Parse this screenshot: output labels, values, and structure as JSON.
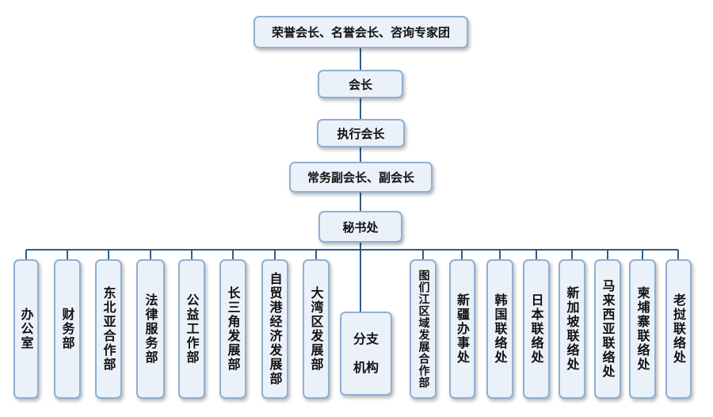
{
  "chart": {
    "top_levels": [
      "荣誉会长、名誉会长、咨询专家团",
      "会长",
      "执行会长",
      "常务副会长、副会长",
      "秘书处"
    ],
    "departments": [
      "办公室",
      "财务部",
      "东北亚合作部",
      "法律服务部",
      "公益工作部",
      "长三角发展部",
      "自贸港经济发展部",
      "大湾区发展部"
    ],
    "branch": [
      "分支",
      "机构"
    ],
    "liaison_offices": [
      "图们江区域发展合作部",
      "新疆办事处",
      "韩国联络处",
      "日本联络处",
      "新加坡联络处",
      "马来西亚联络处",
      "柬埔寨联络处",
      "老挝联络处"
    ]
  }
}
